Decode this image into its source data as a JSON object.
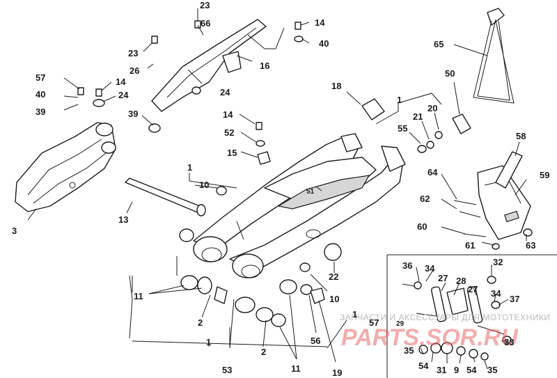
{
  "watermark": {
    "line1": "ЗАПЧАСТИ И АКСЕССУАРЫ ДЛЯ МОТОТЕХНИКИ",
    "line2": "PARTS.SOR.RU",
    "accent_color": "#e86a6a"
  },
  "callouts": [
    {
      "id": "c23a",
      "text": "23"
    },
    {
      "id": "c66",
      "text": "66"
    },
    {
      "id": "c23b",
      "text": "23"
    },
    {
      "id": "c26",
      "text": "26"
    },
    {
      "id": "c16",
      "text": "16"
    },
    {
      "id": "c24a",
      "text": "24"
    },
    {
      "id": "c39a",
      "text": "39"
    },
    {
      "id": "c14a",
      "text": "14"
    },
    {
      "id": "c40a",
      "text": "40"
    },
    {
      "id": "c57a",
      "text": "57"
    },
    {
      "id": "c14b",
      "text": "14"
    },
    {
      "id": "c40b",
      "text": "40"
    },
    {
      "id": "c24b",
      "text": "24"
    },
    {
      "id": "c39b",
      "text": "39"
    },
    {
      "id": "c3",
      "text": "3"
    },
    {
      "id": "c14c",
      "text": "14"
    },
    {
      "id": "c52",
      "text": "52"
    },
    {
      "id": "c15",
      "text": "15"
    },
    {
      "id": "c18",
      "text": "18"
    },
    {
      "id": "c1a",
      "text": "1"
    },
    {
      "id": "c65",
      "text": "65"
    },
    {
      "id": "c50",
      "text": "50"
    },
    {
      "id": "c20",
      "text": "20"
    },
    {
      "id": "c21",
      "text": "21"
    },
    {
      "id": "c55",
      "text": "55"
    },
    {
      "id": "c58",
      "text": "58"
    },
    {
      "id": "c1b",
      "text": "1"
    },
    {
      "id": "c10a",
      "text": "10"
    },
    {
      "id": "c51",
      "text": "51"
    },
    {
      "id": "c13",
      "text": "13"
    },
    {
      "id": "c64",
      "text": "64"
    },
    {
      "id": "c59",
      "text": "59"
    },
    {
      "id": "c62",
      "text": "62"
    },
    {
      "id": "c60",
      "text": "60"
    },
    {
      "id": "c61",
      "text": "61"
    },
    {
      "id": "c63",
      "text": "63"
    },
    {
      "id": "c11a",
      "text": "11"
    },
    {
      "id": "c2a",
      "text": "2"
    },
    {
      "id": "c22",
      "text": "22"
    },
    {
      "id": "c10b",
      "text": "10"
    },
    {
      "id": "c36",
      "text": "36"
    },
    {
      "id": "c34a",
      "text": "34"
    },
    {
      "id": "c32",
      "text": "32"
    },
    {
      "id": "c27a",
      "text": "27"
    },
    {
      "id": "c28",
      "text": "28"
    },
    {
      "id": "c27b",
      "text": "27"
    },
    {
      "id": "c34b",
      "text": "34"
    },
    {
      "id": "c37",
      "text": "37"
    },
    {
      "id": "c1c",
      "text": "1"
    },
    {
      "id": "c57b",
      "text": "57"
    },
    {
      "id": "c29",
      "text": "29"
    },
    {
      "id": "c56",
      "text": "56"
    },
    {
      "id": "c2b",
      "text": "2"
    },
    {
      "id": "c1d",
      "text": "1"
    },
    {
      "id": "c33",
      "text": "33"
    },
    {
      "id": "c35a",
      "text": "35"
    },
    {
      "id": "c54a",
      "text": "54"
    },
    {
      "id": "c31",
      "text": "31"
    },
    {
      "id": "c9",
      "text": "9"
    },
    {
      "id": "c54b",
      "text": "54"
    },
    {
      "id": "c35b",
      "text": "35"
    },
    {
      "id": "c53",
      "text": "53"
    },
    {
      "id": "c11b",
      "text": "11"
    },
    {
      "id": "c19",
      "text": "19"
    }
  ]
}
